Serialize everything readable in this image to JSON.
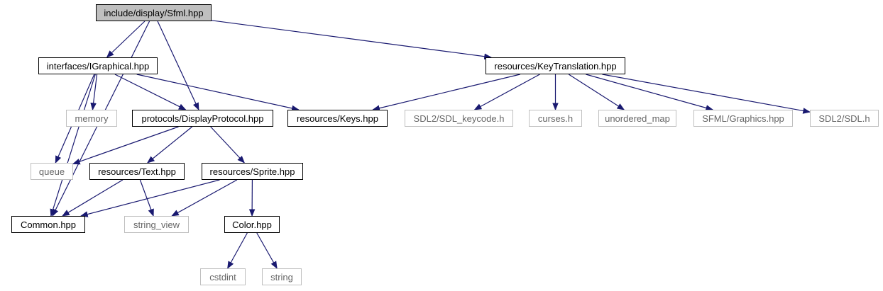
{
  "diagram": {
    "edge_color": "#191970",
    "nodes": [
      {
        "id": "sfml",
        "label": "include/display/Sfml.hpp",
        "kind": "root"
      },
      {
        "id": "igraphical",
        "label": "interfaces/IGraphical.hpp",
        "kind": "local"
      },
      {
        "id": "keytranslation",
        "label": "resources/KeyTranslation.hpp",
        "kind": "local"
      },
      {
        "id": "memory",
        "label": "memory",
        "kind": "system"
      },
      {
        "id": "displayprotocol",
        "label": "protocols/DisplayProtocol.hpp",
        "kind": "local"
      },
      {
        "id": "keys",
        "label": "resources/Keys.hpp",
        "kind": "local"
      },
      {
        "id": "sdlkeycode",
        "label": "SDL2/SDL_keycode.h",
        "kind": "system"
      },
      {
        "id": "curses",
        "label": "curses.h",
        "kind": "system"
      },
      {
        "id": "unorderedmap",
        "label": "unordered_map",
        "kind": "system"
      },
      {
        "id": "sfmlgraphics",
        "label": "SFML/Graphics.hpp",
        "kind": "system"
      },
      {
        "id": "sdl",
        "label": "SDL2/SDL.h",
        "kind": "system"
      },
      {
        "id": "queue",
        "label": "queue",
        "kind": "system"
      },
      {
        "id": "text",
        "label": "resources/Text.hpp",
        "kind": "local"
      },
      {
        "id": "sprite",
        "label": "resources/Sprite.hpp",
        "kind": "local"
      },
      {
        "id": "common",
        "label": "Common.hpp",
        "kind": "local"
      },
      {
        "id": "stringview",
        "label": "string_view",
        "kind": "system"
      },
      {
        "id": "color",
        "label": "Color.hpp",
        "kind": "local"
      },
      {
        "id": "cstdint",
        "label": "cstdint",
        "kind": "system"
      },
      {
        "id": "string",
        "label": "string",
        "kind": "system"
      }
    ],
    "edges": [
      [
        "sfml",
        "igraphical"
      ],
      [
        "sfml",
        "displayprotocol"
      ],
      [
        "sfml",
        "keytranslation"
      ],
      [
        "sfml",
        "common"
      ],
      [
        "igraphical",
        "memory"
      ],
      [
        "igraphical",
        "displayprotocol"
      ],
      [
        "igraphical",
        "keys"
      ],
      [
        "igraphical",
        "queue"
      ],
      [
        "igraphical",
        "common"
      ],
      [
        "keytranslation",
        "keys"
      ],
      [
        "keytranslation",
        "sdlkeycode"
      ],
      [
        "keytranslation",
        "curses"
      ],
      [
        "keytranslation",
        "unorderedmap"
      ],
      [
        "keytranslation",
        "sfmlgraphics"
      ],
      [
        "keytranslation",
        "sdl"
      ],
      [
        "displayprotocol",
        "queue"
      ],
      [
        "displayprotocol",
        "text"
      ],
      [
        "displayprotocol",
        "sprite"
      ],
      [
        "text",
        "common"
      ],
      [
        "text",
        "stringview"
      ],
      [
        "sprite",
        "common"
      ],
      [
        "sprite",
        "stringview"
      ],
      [
        "sprite",
        "color"
      ],
      [
        "color",
        "cstdint"
      ],
      [
        "color",
        "string"
      ]
    ]
  }
}
